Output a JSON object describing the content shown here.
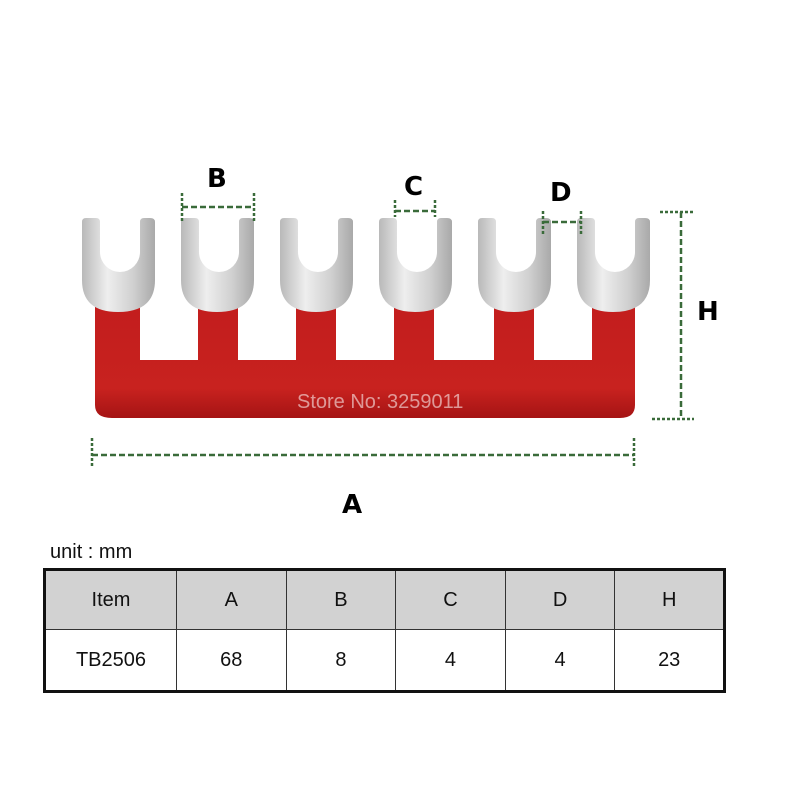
{
  "diagram": {
    "watermark": "Store No: 3259011",
    "dimension_labels": {
      "A": "A",
      "B": "B",
      "C": "C",
      "D": "D",
      "H": "H"
    },
    "colors": {
      "insulation": "#c8201f",
      "terminal": "#d4d4d4",
      "dimension_line": "#3a6b3a"
    }
  },
  "unit_label": "unit : mm",
  "table": {
    "headers": [
      "Item",
      "A",
      "B",
      "C",
      "D",
      "H"
    ],
    "rows": [
      [
        "TB2506",
        "68",
        "8",
        "4",
        "4",
        "23"
      ]
    ]
  }
}
